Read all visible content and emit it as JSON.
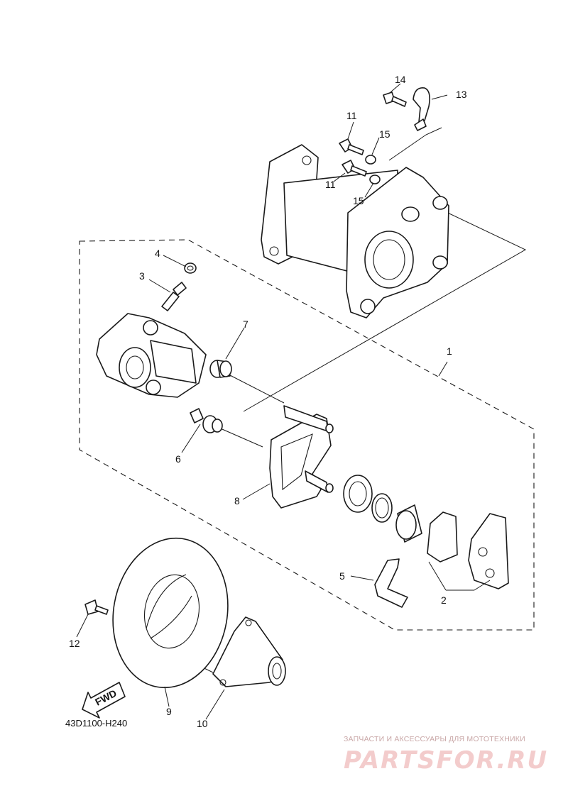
{
  "diagram": {
    "code": "43D1100-H240",
    "fwd_label": "FWD",
    "callouts": [
      "1",
      "2",
      "3",
      "4",
      "5",
      "6",
      "7",
      "8",
      "9",
      "10",
      "11",
      "11",
      "12",
      "13",
      "14",
      "15",
      "15"
    ]
  },
  "watermark": {
    "caption": "ЗАПЧАСТИ И АКСЕССУАРЫ ДЛЯ МОТОТЕХНИКИ",
    "logo": "PARTSFOR.RU"
  },
  "colors": {
    "line": "#1a1a1a",
    "watermark": "#f3cccc"
  }
}
